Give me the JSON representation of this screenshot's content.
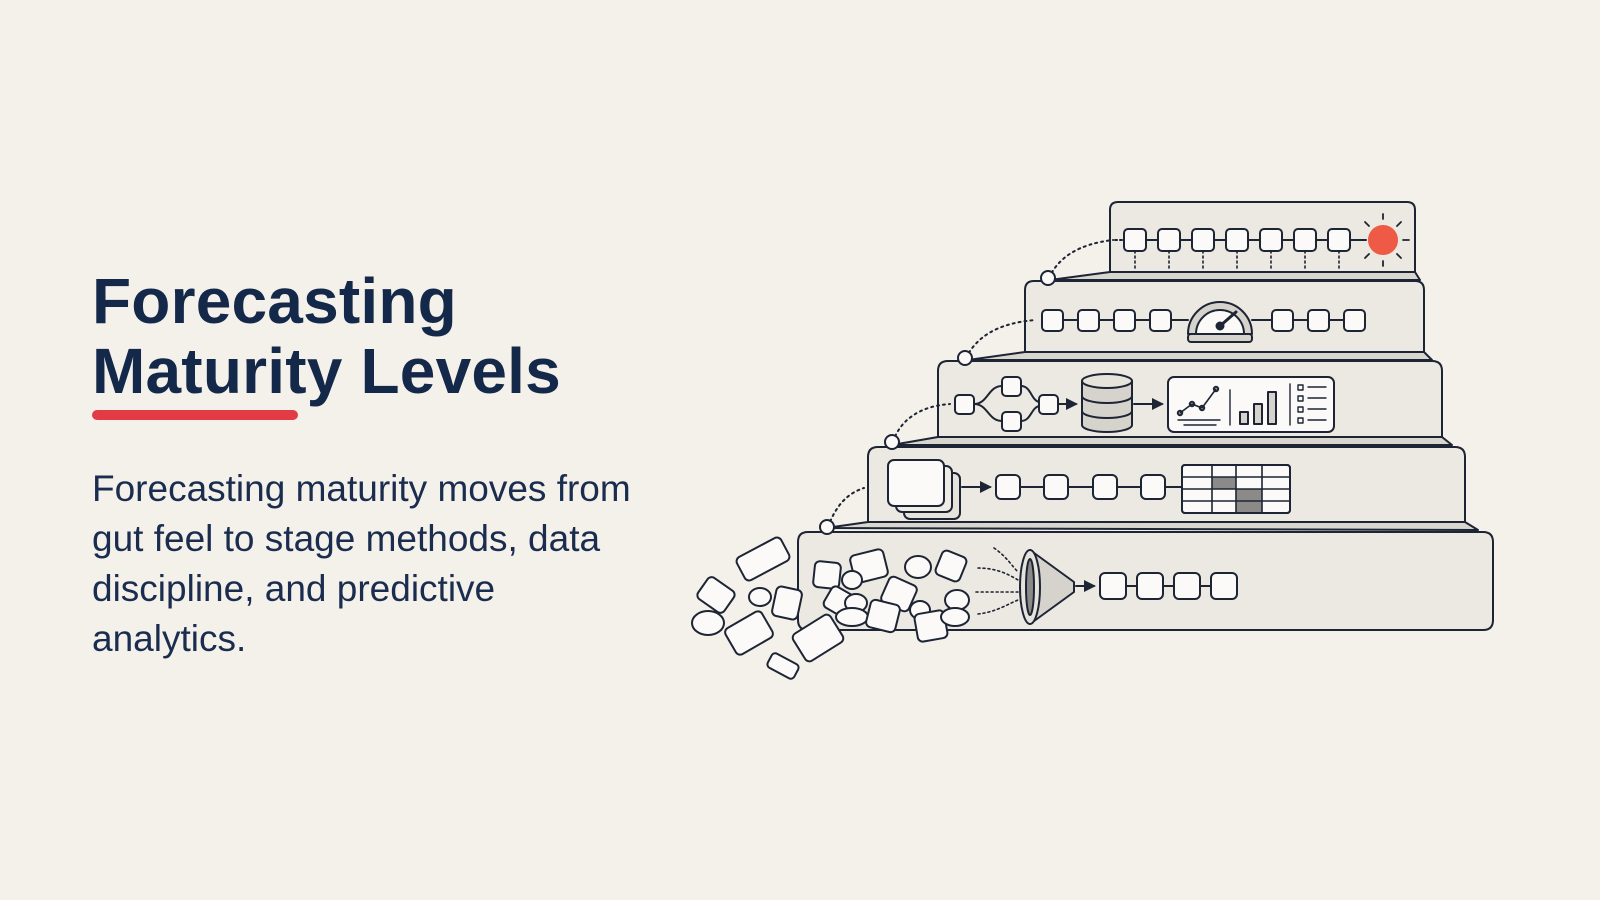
{
  "slide": {
    "title_line1": "Forecasting",
    "title_line2": "Maturity Levels",
    "subtitle": "Forecasting maturity moves from gut feel to stage methods, data discipline, and predictive analytics."
  },
  "colors": {
    "background": "#f4f0ea",
    "title": "#14284a",
    "accent_underline": "#e23b45",
    "accent_sun": "#ef5a46",
    "step_fill": "#ece8e2",
    "stroke": "#1d2433"
  },
  "illustration": {
    "levels": [
      {
        "level": 1,
        "icon": "scattered-blocks-funnel-icon"
      },
      {
        "level": 2,
        "icon": "stacked-cards-grid-icon"
      },
      {
        "level": 3,
        "icon": "flow-database-dashboard-icon"
      },
      {
        "level": 4,
        "icon": "gauge-icon"
      },
      {
        "level": 5,
        "icon": "sun-icon"
      }
    ]
  }
}
